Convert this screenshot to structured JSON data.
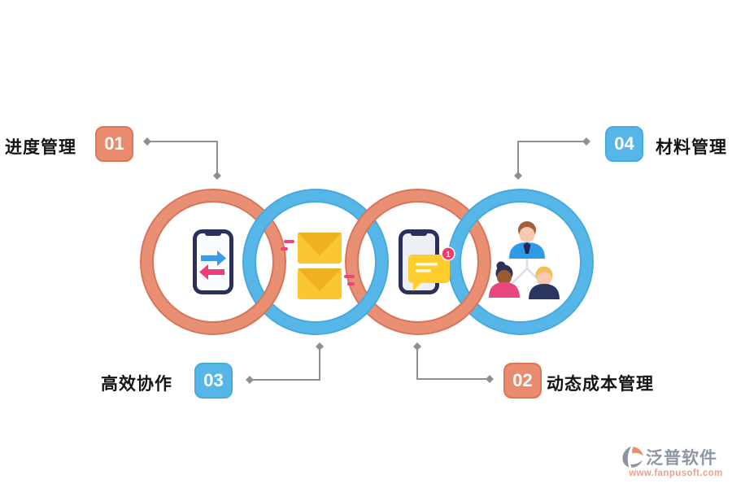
{
  "diagram": {
    "type": "interlocking-rings-infographic",
    "callouts": {
      "top_left": {
        "number": "01",
        "label": "进度管理"
      },
      "bottom_right": {
        "number": "02",
        "label": "动态成本管理"
      },
      "bottom_left": {
        "number": "03",
        "label": "高效协作"
      },
      "top_right": {
        "number": "04",
        "label": "材料管理"
      }
    },
    "rings": [
      {
        "order": 1,
        "color_name": "salmon",
        "icon": "phone-transfer-icon",
        "linked_callout": "01"
      },
      {
        "order": 2,
        "color_name": "blue",
        "icon": "envelopes-icon",
        "linked_callout": "03"
      },
      {
        "order": 3,
        "color_name": "salmon",
        "icon": "phone-message-icon",
        "linked_callout": "02"
      },
      {
        "order": 4,
        "color_name": "blue",
        "icon": "team-icon",
        "linked_callout": "04"
      }
    ],
    "phone_message_icon": {
      "notification_count": "1"
    }
  },
  "watermark": {
    "brand": "泛普软件",
    "url": "www.fanpusoft.com"
  },
  "colors": {
    "ring_salmon": "#E98F74",
    "ring_salmon_rim": "#DA7458",
    "ring_blue": "#57B6E8",
    "ring_blue_rim": "#47AADF",
    "badge_salmon": "#E98B6F",
    "badge_salmon_border": "#DF7757",
    "badge_blue": "#57B6E8",
    "badge_blue_border": "#48ABDF",
    "connector": "#8F8F8F",
    "label_text": "#151515",
    "watermark_text": "#8E96A6",
    "watermark_url": "#E9A28B",
    "notification": "#F23B6E"
  }
}
